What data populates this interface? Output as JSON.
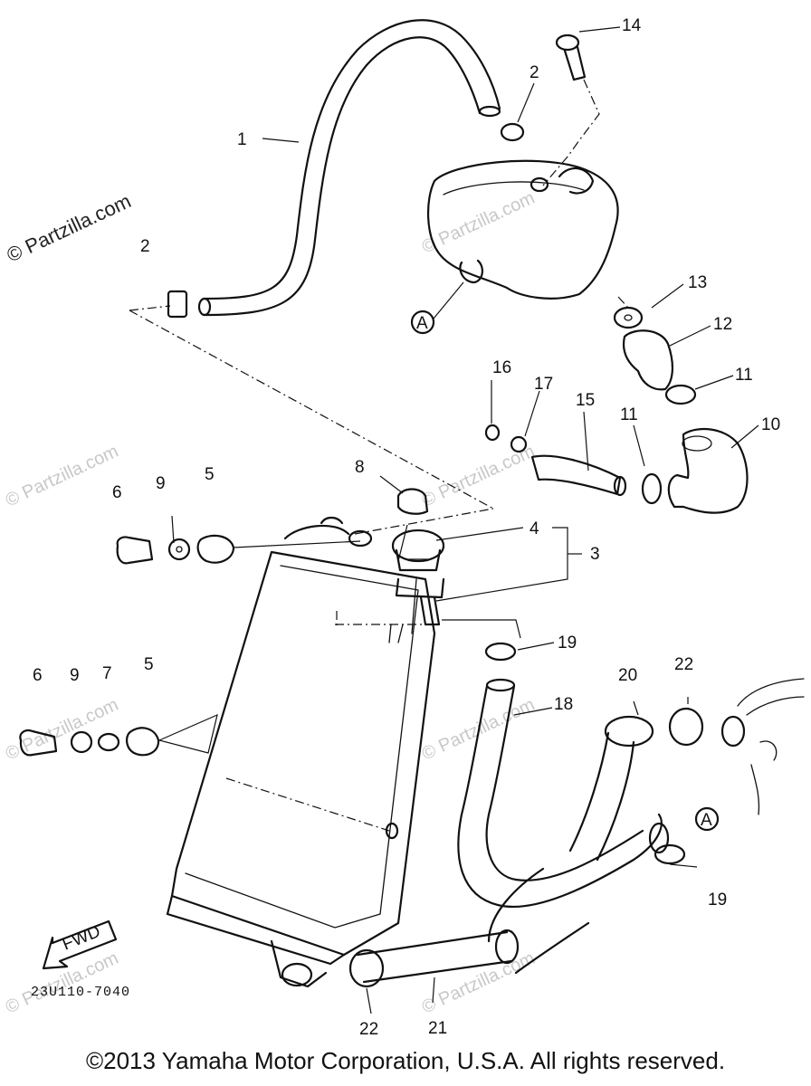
{
  "watermark": {
    "main": "© Partzilla.com",
    "faint": "© Partzilla.com"
  },
  "diagram": {
    "code": "23U110-7040",
    "fwd_label": "FWD",
    "ref_marker": "A",
    "callouts": {
      "c1": "1",
      "c2a": "2",
      "c2b": "2",
      "c3": "3",
      "c4": "4",
      "c5a": "5",
      "c5b": "5",
      "c6a": "6",
      "c6b": "6",
      "c7": "7",
      "c8": "8",
      "c9a": "9",
      "c9b": "9",
      "c10": "10",
      "c11a": "11",
      "c11b": "11",
      "c12": "12",
      "c13": "13",
      "c14": "14",
      "c15": "15",
      "c16": "16",
      "c17": "17",
      "c18": "18",
      "c19a": "19",
      "c19b": "19",
      "c20": "20",
      "c21": "21",
      "c22a": "22",
      "c22b": "22"
    }
  },
  "footer": {
    "copyright": "©2013 Yamaha Motor Corporation, U.S.A. All rights reserved."
  }
}
